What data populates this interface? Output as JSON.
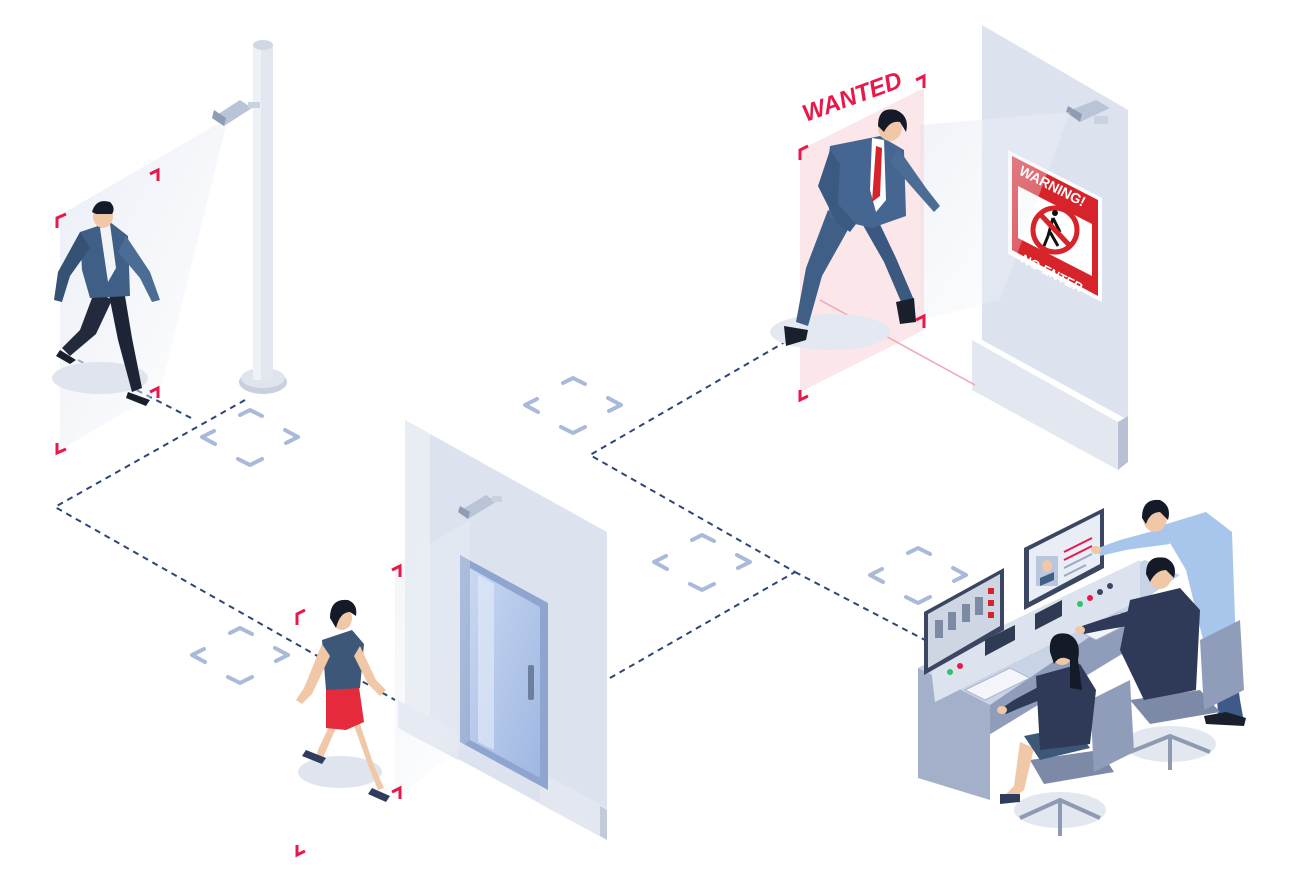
{
  "labels": {
    "wanted": "WANTED",
    "sign_top": "WARNING!",
    "sign_bottom": "NO ENTER"
  },
  "colors": {
    "alert_red": "#e8194a",
    "sign_red": "#d7232a",
    "wall": "#dde3ee",
    "wall_shade": "#c3cbdb",
    "suit_blue": "#3f5f86",
    "dark_suit": "#2a3550",
    "network_line": "#2d4679",
    "bracket_blue": "#a9b9d9"
  }
}
